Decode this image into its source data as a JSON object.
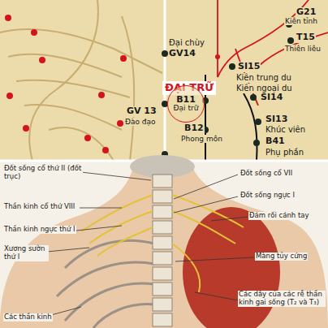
{
  "diagram": {
    "nodes": [
      {
        "text": [
          "B11",
          "Đại trữ"
        ]
      }
    ],
    "labels": [
      "G21",
      "Kiên tỉnh",
      "T15",
      "Thiên liêu",
      "Đại chùy",
      "GV14",
      "SI15",
      "Kiên trung du",
      "ĐẠI TRỮ",
      "Kiên ngoại du",
      "SI14",
      "GV 13",
      "Đào đạo",
      "SI13",
      "Khúc viên",
      "B12",
      "Phong môn",
      "B41",
      "Phụ phần",
      "Đốt sống cổ thứ II (đốt trục)",
      "Thần kinh cổ thứ VIII",
      "Thần kinh ngực thứ I",
      "Xương sườn thứ I",
      "Các thần kinh",
      "Đốt sống cổ VII",
      "Đốt sống ngực I",
      "Đám rối cánh tay",
      "Màng tủy cứng",
      "Các dây của các rễ thần kinh gai sống (T₂ và T₃)"
    ]
  }
}
